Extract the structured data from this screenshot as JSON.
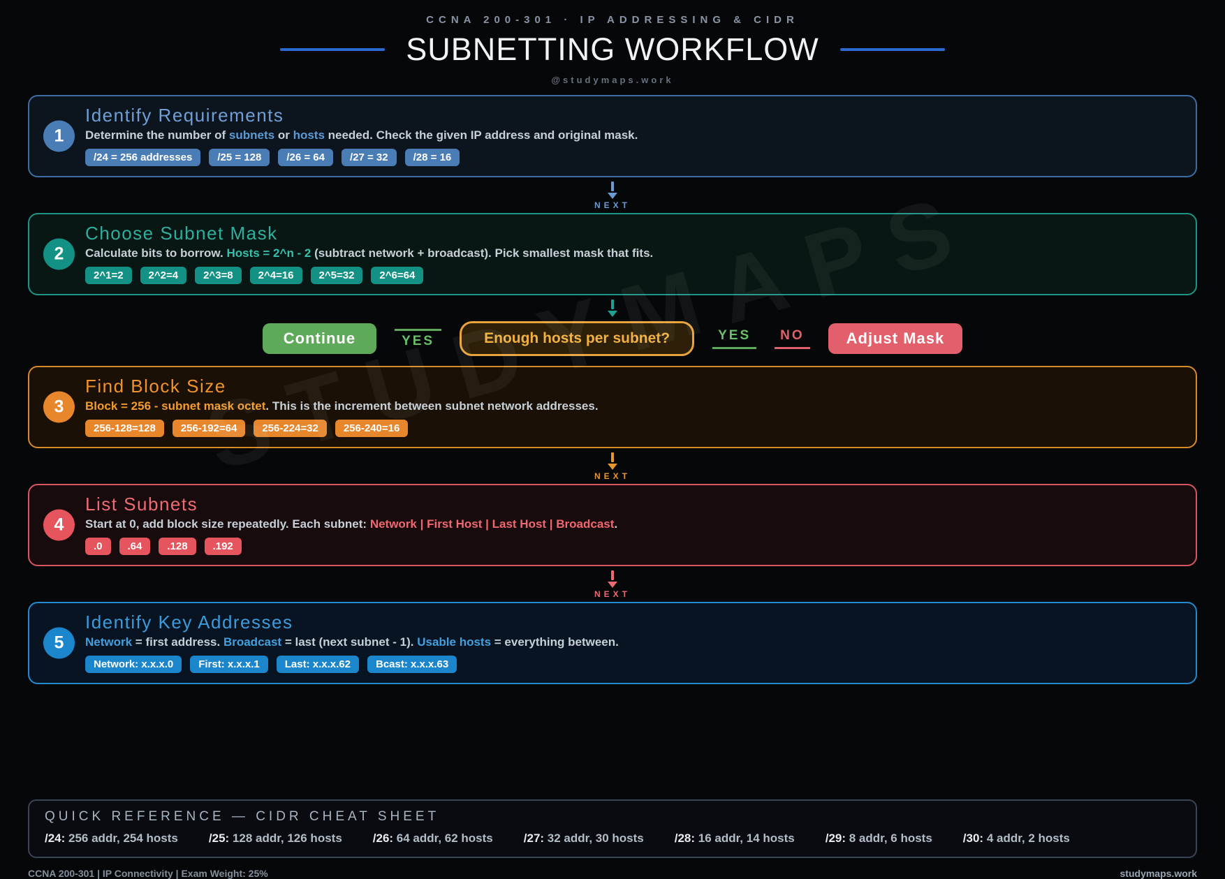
{
  "header": {
    "eyebrow": "CCNA 200-301 · IP ADDRESSING & CIDR",
    "title": "SUBNETTING WORKFLOW",
    "handle": "@studymaps.work",
    "colors": {
      "line": "#2b6ad0"
    }
  },
  "watermark": "STUDYMAPS",
  "steps": [
    {
      "number": "1",
      "title": "Identify Requirements",
      "desc": [
        {
          "t": "Determine the number of "
        },
        {
          "t": "subnets",
          "hl": true
        },
        {
          "t": " or "
        },
        {
          "t": "hosts",
          "hl": true
        },
        {
          "t": " needed. Check the given IP address and original mask."
        }
      ],
      "badges": [
        "/24 = 256 addresses",
        "/25 = 128",
        "/26 = 64",
        "/27 = 32",
        "/28 = 16"
      ],
      "colors": {
        "accent": "#5b9bd5",
        "title": "#6f9fd6",
        "border": "#3e6da3",
        "bg": "#0c141e",
        "circle": "#4a7db6",
        "badge": "#4a7db6"
      }
    },
    {
      "number": "2",
      "title": "Choose Subnet Mask",
      "desc": [
        {
          "t": "Calculate bits to borrow. "
        },
        {
          "t": "Hosts = 2^n - 2",
          "hl": true
        },
        {
          "t": " (subtract network + broadcast). Pick smallest mask that fits."
        }
      ],
      "badges": [
        "2^1=2",
        "2^2=4",
        "2^3=8",
        "2^4=16",
        "2^5=32",
        "2^6=64"
      ],
      "colors": {
        "accent": "#35c0ae",
        "title": "#2fae9e",
        "border": "#1c9486",
        "bg": "#081713",
        "circle": "#149185",
        "badge": "#149185"
      }
    },
    {
      "number": "3",
      "title": "Find Block Size",
      "desc": [
        {
          "t": "Block = 256 - subnet mask octet",
          "hl": true
        },
        {
          "t": ". This is the increment between subnet network addresses."
        }
      ],
      "badges": [
        "256-128=128",
        "256-192=64",
        "256-224=32",
        "256-240=16"
      ],
      "colors": {
        "accent": "#f39c2d",
        "title": "#f0932b",
        "border": "#d98a28",
        "bg": "#1a1005",
        "circle": "#e8862c",
        "badge": "#e8862c"
      }
    },
    {
      "number": "4",
      "title": "List Subnets",
      "desc": [
        {
          "t": "Start at 0, add block size repeatedly. Each subnet: "
        },
        {
          "t": "Network | First Host | Last Host | Broadcast",
          "hl": true
        },
        {
          "t": "."
        }
      ],
      "badges": [
        ".0",
        ".64",
        ".128",
        ".192"
      ],
      "colors": {
        "accent": "#f0686f",
        "title": "#ee6b72",
        "border": "#d95660",
        "bg": "#180b0d",
        "circle": "#e6545d",
        "badge": "#e6545d"
      }
    },
    {
      "number": "5",
      "title": "Identify Key Addresses",
      "desc": [
        {
          "t": "Network",
          "hl": true
        },
        {
          "t": " = first address. "
        },
        {
          "t": "Broadcast",
          "hl": true
        },
        {
          "t": " = last (next subnet - 1). "
        },
        {
          "t": "Usable hosts",
          "hl": true
        },
        {
          "t": " = everything between."
        }
      ],
      "badges": [
        "Network: x.x.x.0",
        "First: x.x.x.1",
        "Last: x.x.x.62",
        "Bcast: x.x.x.63"
      ],
      "colors": {
        "accent": "#42a0e0",
        "title": "#3d9bdb",
        "border": "#2589cf",
        "bg": "#081422",
        "circle": "#1b86cc",
        "badge": "#1b86cc"
      }
    }
  ],
  "connectors": [
    {
      "label": "NEXT",
      "colors": {
        "color": "#6b9bd2"
      }
    },
    {
      "label": "",
      "colors": {
        "color": "#1fa093"
      }
    },
    {
      "label": "NEXT",
      "colors": {
        "color": "#e8962e"
      }
    },
    {
      "label": "NEXT",
      "colors": {
        "color": "#ed6a72"
      }
    }
  ],
  "decision": {
    "continue_label": "Continue",
    "yes_left": "YES",
    "question": "Enough hosts per subnet?",
    "yes_right": "YES",
    "no_label": "NO",
    "adjust_label": "Adjust Mask",
    "colors": {
      "green": "#5fa95a",
      "green-text": "#6abf69",
      "amber": "#e8a33d",
      "amber-bg": "#2d1f08",
      "amber-text": "#f2b13e",
      "red": "#e2606b"
    }
  },
  "quick_reference": {
    "title": "QUICK REFERENCE — CIDR CHEAT SHEET",
    "items": [
      {
        "cidr": "/24:",
        "detail": "256 addr, 254 hosts"
      },
      {
        "cidr": "/25:",
        "detail": "128 addr, 126 hosts"
      },
      {
        "cidr": "/26:",
        "detail": "64 addr, 62 hosts"
      },
      {
        "cidr": "/27:",
        "detail": "32 addr, 30 hosts"
      },
      {
        "cidr": "/28:",
        "detail": "16 addr, 14 hosts"
      },
      {
        "cidr": "/29:",
        "detail": "8 addr, 6 hosts"
      },
      {
        "cidr": "/30:",
        "detail": "4 addr, 2 hosts"
      }
    ]
  },
  "footer": {
    "left": "CCNA 200-301 | IP Connectivity | Exam Weight: 25%",
    "right": "studymaps.work"
  }
}
